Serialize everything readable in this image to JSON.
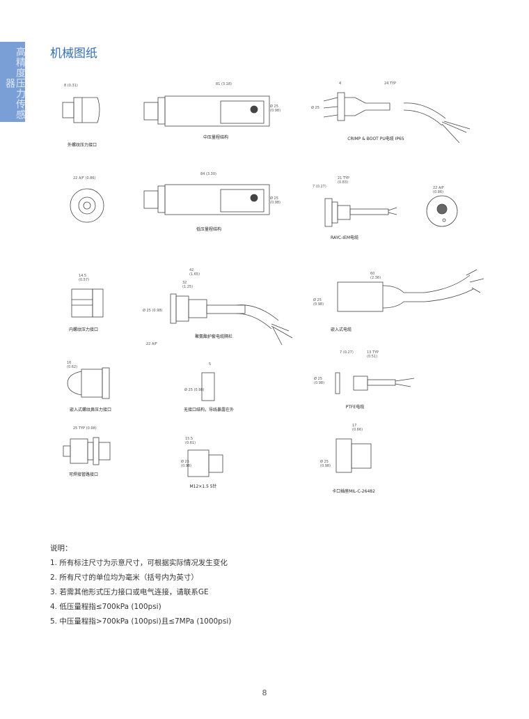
{
  "sidebar": {
    "label": "高精度压力传感器"
  },
  "title": "机械图纸",
  "figures": {
    "ext_thread": {
      "caption": "外螺纹压力接口",
      "dim": "8  (0.31)"
    },
    "mid_range": {
      "caption": "中压量程结构",
      "dim_len": "81 (3.18)",
      "dim_dia": "Ø 25 (0.98)"
    },
    "crimp": {
      "caption": "CRIMP & BOOT PU电缆 IP65",
      "dim_a": "4",
      "dim_b": "24 TYP",
      "dim_dia": "Ø 25"
    },
    "hex": {
      "dim": "22 A/F (0.86)"
    },
    "low_range": {
      "caption": "低压量程结构",
      "dim_len": "84 (3.30)",
      "dim_dia": "Ø 25 (0.98)"
    },
    "raychem": {
      "caption": "RAYC-IEM电缆",
      "dim_a": "7 (0.27)",
      "dim_b": "21 TYP (0.83)"
    },
    "end_view": {
      "dim": "22 A/F (0.86)"
    },
    "int_thread": {
      "caption": "内螺纹压力接口",
      "dim": "14.5 (0.57)"
    },
    "pu_cable": {
      "caption": "聚氨酯护套电缆隔栏",
      "dim_a": "42 (1.65)",
      "dim_b": "32 (1.25)",
      "dim_dia": "Ø 25 (0.98)",
      "dim_af": "22 A/F"
    },
    "embedded_cable": {
      "caption": "嵌入式电缆",
      "dim_len": "60 (2.36)",
      "dim_dia": "Ø 25 (0.98)"
    },
    "flush": {
      "caption": "嵌入式螺纹鼻压力接口",
      "dim": "16 (0.62)"
    },
    "no_conn": {
      "caption": "无接口结构，导线暴露在外",
      "dim_a": "5",
      "dim_dia": "Ø 25 (0.98)"
    },
    "ptfe": {
      "caption": "PTFE电缆",
      "dim_a": "7 (0.27)",
      "dim_b": "13 TYP (0.51)",
      "dim_dia": "Ø 25 (0.98)"
    },
    "weld": {
      "caption": "可焊接管路接口",
      "dim": "25 TYP (0.98)"
    },
    "m12": {
      "caption": "M12×1.5 5针",
      "dim_a": "15.5 (0.61)",
      "dim_dia": "Ø 25 (0.98)"
    },
    "bayonet": {
      "caption": "卡口插座MIL-C-26482",
      "dim_a": "17 (0.66)",
      "dim_dia": "Ø 25 (0.98)"
    }
  },
  "notes": {
    "heading": "说明：",
    "items": [
      "1. 所有标注尺寸为示意尺寸，可根据实际情况发生变化",
      "2. 所有尺寸的单位均为毫米（括号内为英寸）",
      "3. 若需其他形式压力接口或电气连接，请联系GE",
      "4. 低压量程指≤700kPa (100psi)",
      "5. 中压量程指>700kPa (100psi)且≤7MPa (1000psi)"
    ]
  },
  "page_number": "8"
}
